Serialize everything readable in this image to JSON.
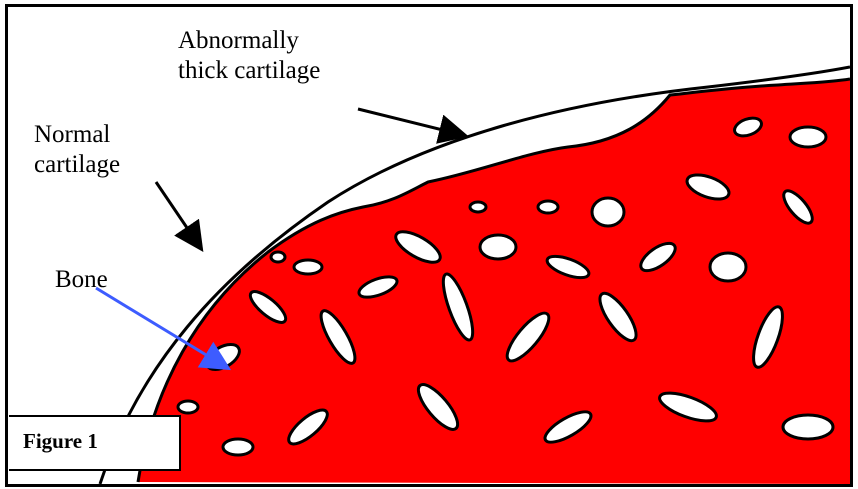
{
  "labels": {
    "thick_cartilage": "Abnormally\nthick cartilage",
    "normal_cartilage": "Normal\ncartilage",
    "bone": "Bone"
  },
  "figure_label": "Figure 1",
  "colors": {
    "bone_tissue": "#ff0000",
    "outline": "#000000",
    "bone_arrow": "#3d5cff",
    "background": "#ffffff"
  }
}
